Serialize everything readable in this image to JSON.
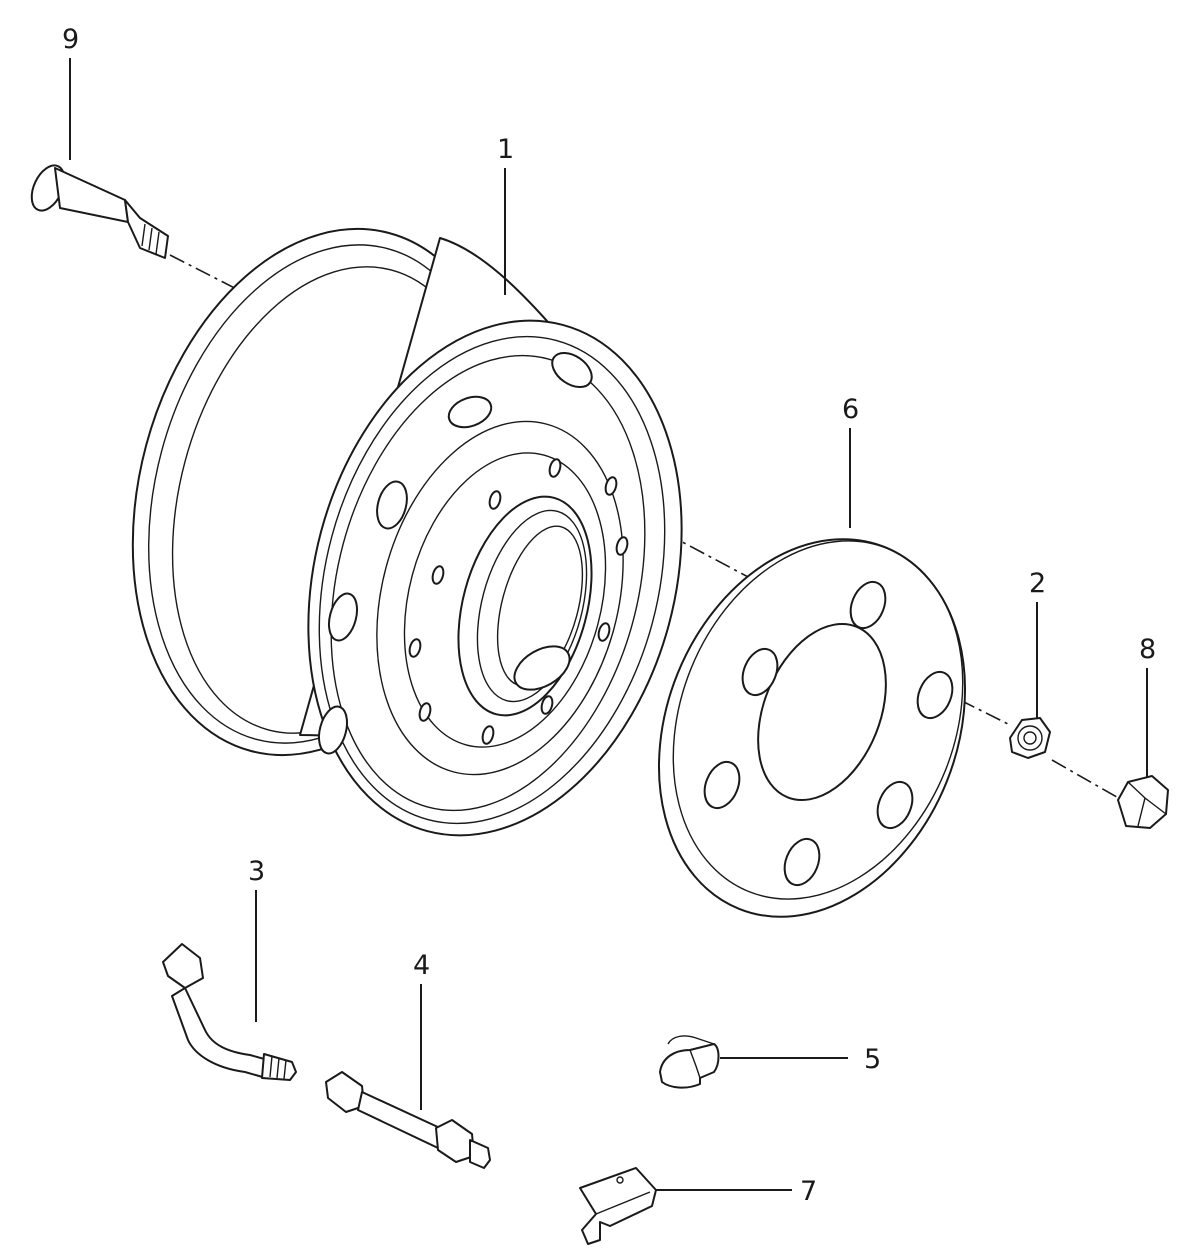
{
  "diagram": {
    "colors": {
      "line": "#1a1a1a",
      "background": "#ffffff"
    },
    "callouts": [
      {
        "id": "1",
        "label": "1"
      },
      {
        "id": "2",
        "label": "2"
      },
      {
        "id": "3",
        "label": "3"
      },
      {
        "id": "4",
        "label": "4"
      },
      {
        "id": "5",
        "label": "5"
      },
      {
        "id": "6",
        "label": "6"
      },
      {
        "id": "7",
        "label": "7"
      },
      {
        "id": "8",
        "label": "8"
      },
      {
        "id": "9",
        "label": "9"
      }
    ]
  }
}
